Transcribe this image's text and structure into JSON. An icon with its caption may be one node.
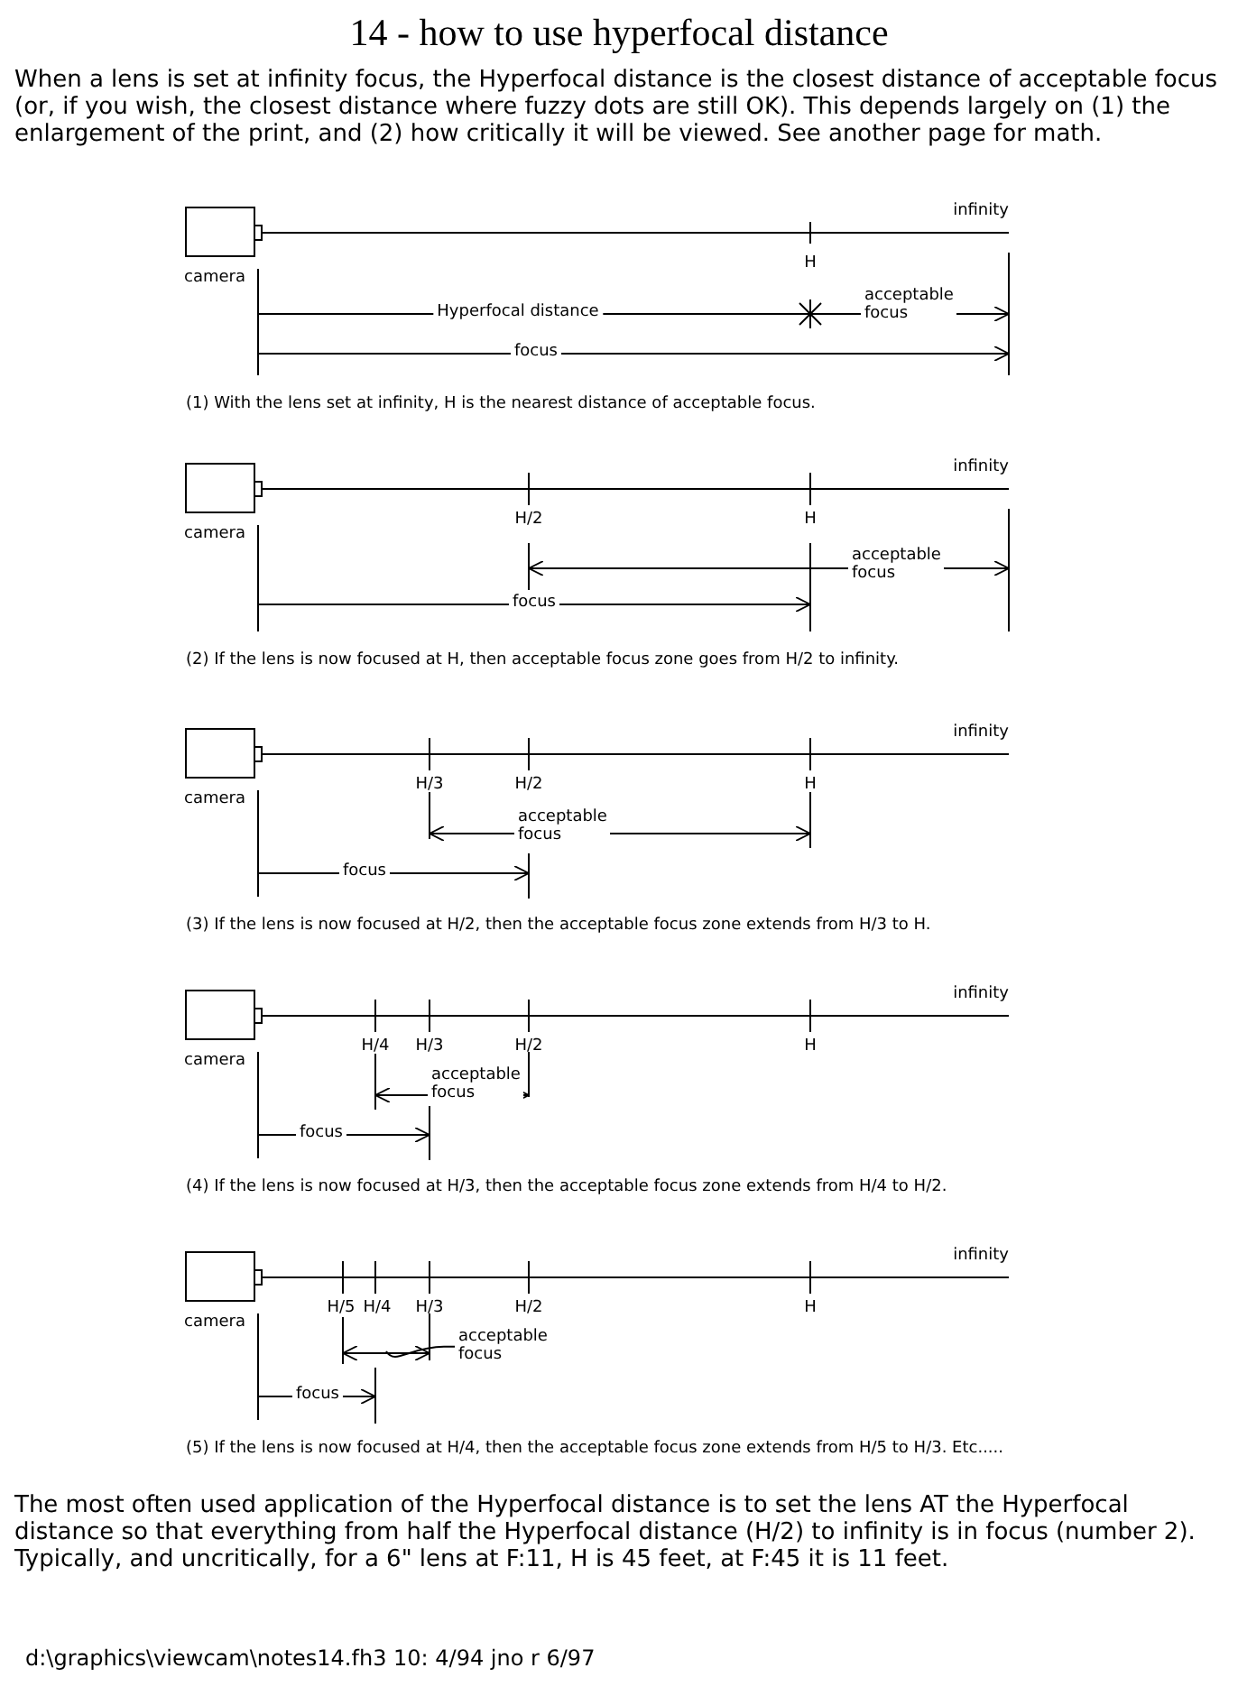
{
  "diagram": {
    "title": "14 - how to use hyperfocal distance",
    "nodes": [
      {
        "text": [
          "acceptable focus"
        ]
      },
      {
        "text": [],
        "shape": "arrow"
      }
    ],
    "edges": [
      {
        "from": 0,
        "to": 1,
        "arrow": "none"
      }
    ],
    "labels": [
      "When a lens is set at infinity focus, the Hyperfocal distance is the closest distance of acceptable focus (or, if you wish, the closest distance where fuzzy dots are still OK). This depends largely on (1) the enlargement of the print, and (2) how critically it will be viewed. See another page for math.",
      "infinity",
      "camera",
      "H",
      "Hyperfocal distance",
      "acceptable focus",
      "focus",
      "(1) With the lens set at infinity, H is the nearest distance of acceptable focus.",
      "infinity",
      "camera",
      "H/2",
      "H",
      "acceptable focus",
      "focus",
      "(2) If the lens is now focused at H, then acceptable focus zone goes from H/2 to infinity.",
      "infinity",
      "camera",
      "H/3",
      "H/2",
      "H",
      "acceptable focus",
      "focus",
      "(3) If the lens is now focused at H/2, then the acceptable focus zone extends from H/3 to H.",
      "infinity",
      "camera",
      "H/4",
      "H/3",
      "H/2",
      "H",
      "acceptable focus",
      "focus",
      "(4) If the lens is now focused at H/3, then the acceptable focus zone extends from H/4 to H/2.",
      "infinity",
      "camera",
      "H/5",
      "H/4",
      "H/3",
      "H/2",
      "H",
      "focus",
      "(5) If the lens is now focused at H/4, then the acceptable focus zone extends from H/5 to H/3. Etc.....",
      "The most often used application of the Hyperfocal distance is to set the lens AT the Hyperfocal distance so that everything from half the Hyperfocal distance (H/2) to infinity is in focus (number 2). Typically, and uncritically, for a 6\" lens at F:11, H is 45 feet, at F:45 it is 11 feet.",
      "d:\\graphics\\viewcam\\notes14.fh3 10: 4/94 jno r 6/97"
    ]
  }
}
